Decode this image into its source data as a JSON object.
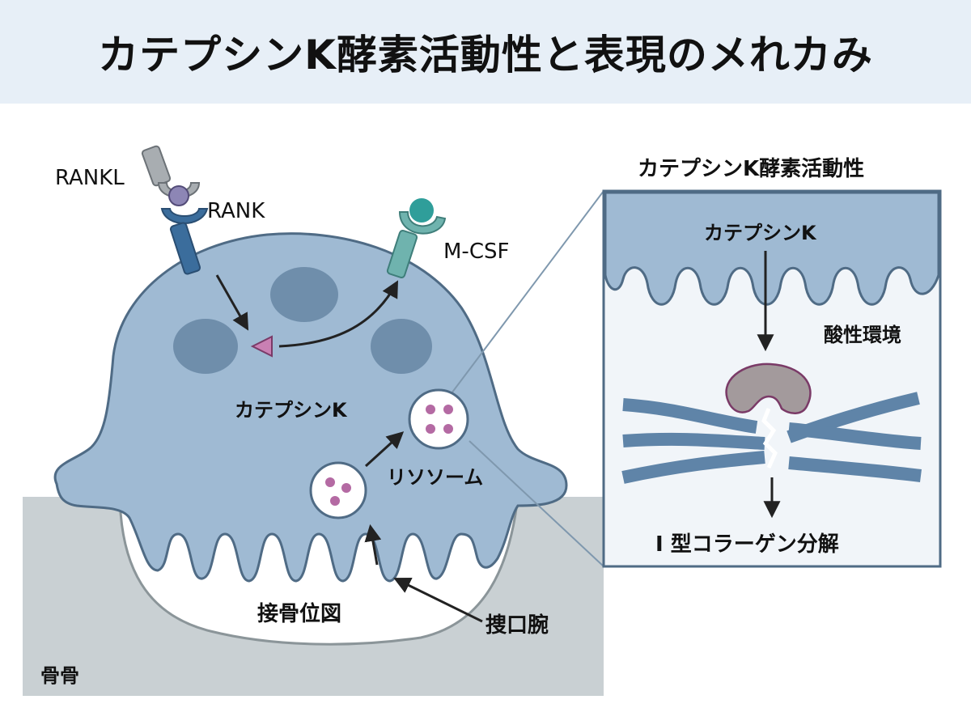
{
  "title": "カテプシンK酵素活動性と表現のメれカみ",
  "labels": {
    "rankl": "RANKL",
    "rank": "RANK",
    "mcsf": "M-CSF",
    "cathepsin_k_cell": "カテプシンK",
    "lysosome": "リソソーム",
    "resorption_pit": "接骨位図",
    "ruffled_border": "捜口腕",
    "bone": "骨骨"
  },
  "inset": {
    "title": "カテプシンK酵素活動性",
    "cathepsin_k": "カテプシンK",
    "acidic_environment": "酸性環境",
    "collagen_degradation": "I 型コラーゲン分解"
  },
  "colors": {
    "header_bg": "#e7eff7",
    "cell_fill": "#9fbad3",
    "cell_stroke": "#4f6b85",
    "nucleus": "#6f8eab",
    "bone": "#c9d0d3",
    "receptor_blue": "#3b6d9c",
    "receptor_teal": "#6fb3ae",
    "lysosome_dot": "#b46aa3",
    "enzyme": "#a39a9c",
    "enzyme_stroke": "#7a3a67",
    "collagen": "#5f84a8"
  }
}
